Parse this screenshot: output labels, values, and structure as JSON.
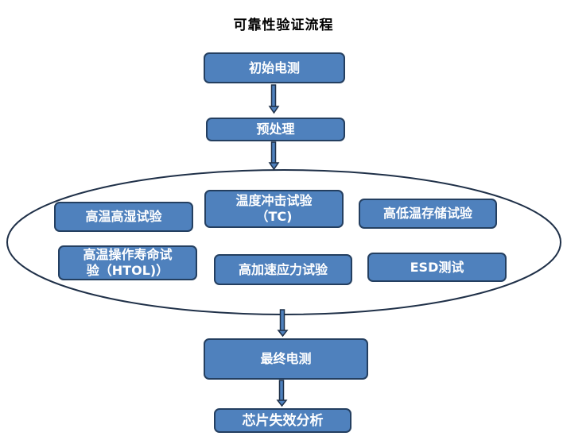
{
  "title": "可靠性验证流程",
  "steps": {
    "initial_test": "初始电测",
    "pretreatment": "预处理",
    "final_test": "最终电测",
    "failure_analysis": "芯片失效分析"
  },
  "tests": {
    "thb": "高温高湿试验",
    "tc_line1": "温度冲击试验",
    "tc_line2": "（TC)",
    "storage": "高低温存储试验",
    "htol_line1": "高温操作寿命试",
    "htol_line2": "验（HTOL)）",
    "hast": "高加速应力试验",
    "esd": "ESD测试"
  },
  "colors": {
    "box_fill": "#4F81BD",
    "box_border": "#243F60",
    "ellipse_stroke": "#1F3048"
  }
}
